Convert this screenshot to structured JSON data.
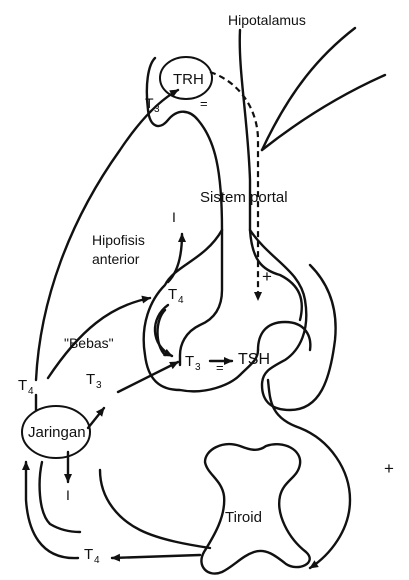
{
  "labels": {
    "hypothalamus": "Hipotalamus",
    "trh": "TRH",
    "t3_top": "T",
    "t3_top_sub": "3",
    "portal": "Sistem portal",
    "hipofisis_1": "Hipofisis",
    "hipofisis_2": "anterior",
    "i_top": "I",
    "t4_pit": "T",
    "t4_pit_sub": "4",
    "bebas": "\"Bebas\"",
    "t3_pit": "T",
    "t3_pit_sub": "3",
    "tsh": "TSH",
    "t4_left": "T",
    "t4_left_sub": "4",
    "t3_mid": "T",
    "t3_mid_sub": "3",
    "jaringan": "Jaringan",
    "i_bottom": "I",
    "tiroid": "Tiroid",
    "t4_bottom": "T",
    "t4_bottom_sub": "4"
  },
  "signs": {
    "plus_portal": "+",
    "plus_thyroid": "+",
    "minus_trh": "=",
    "minus_tsh": "="
  },
  "colors": {
    "ink": "#111111",
    "background": "#ffffff"
  }
}
